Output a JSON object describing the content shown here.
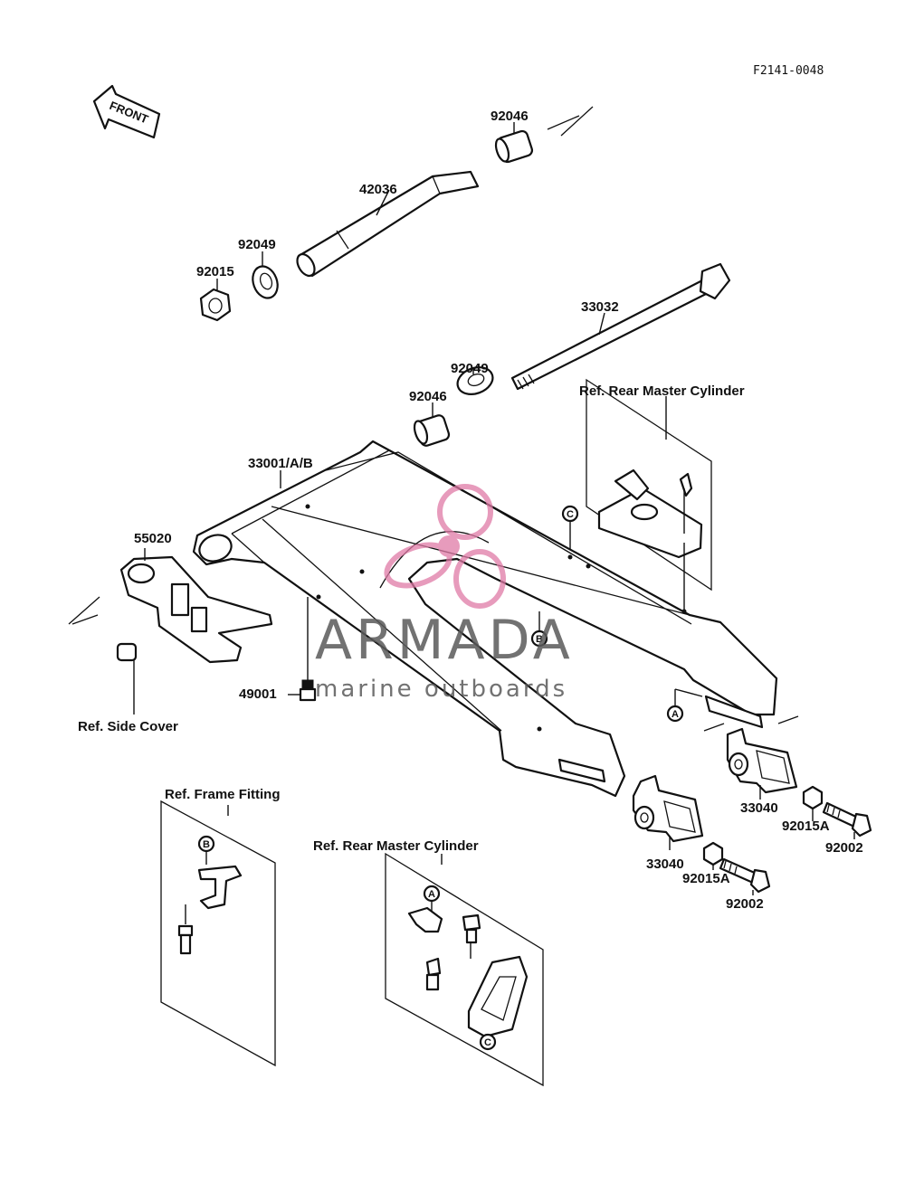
{
  "diagram_code": "F2141-0048",
  "front_arrow_label": "FRONT",
  "part_labels": {
    "p92046_top": "92046",
    "p42036": "42036",
    "p92049_top": "92049",
    "p92015": "92015",
    "p33032": "33032",
    "p92049_mid": "92049",
    "p92046_mid": "92046",
    "p33001": "33001/A/B",
    "p55020": "55020",
    "p49001": "49001",
    "p33040_right": "33040",
    "p92015A_right": "92015A",
    "p92002_right": "92002",
    "p33040_left": "33040",
    "p92015A_left": "92015A",
    "p92002_left": "92002"
  },
  "ref_labels": {
    "rear_master_top": "Ref. Rear Master Cylinder",
    "side_cover": "Ref. Side Cover",
    "frame_fitting": "Ref. Frame Fitting",
    "rear_master_bottom": "Ref. Rear Master Cylinder"
  },
  "circle_markers": {
    "c_top": "C",
    "b_arm": "B",
    "a_arm": "A",
    "b_inset": "B",
    "a_inset": "A",
    "c_inset": "C"
  },
  "watermark": {
    "brand": "ARMADA",
    "tagline": "marine outboards",
    "logo_color": "#e07aa6",
    "text_color": "#5a5a5a"
  }
}
